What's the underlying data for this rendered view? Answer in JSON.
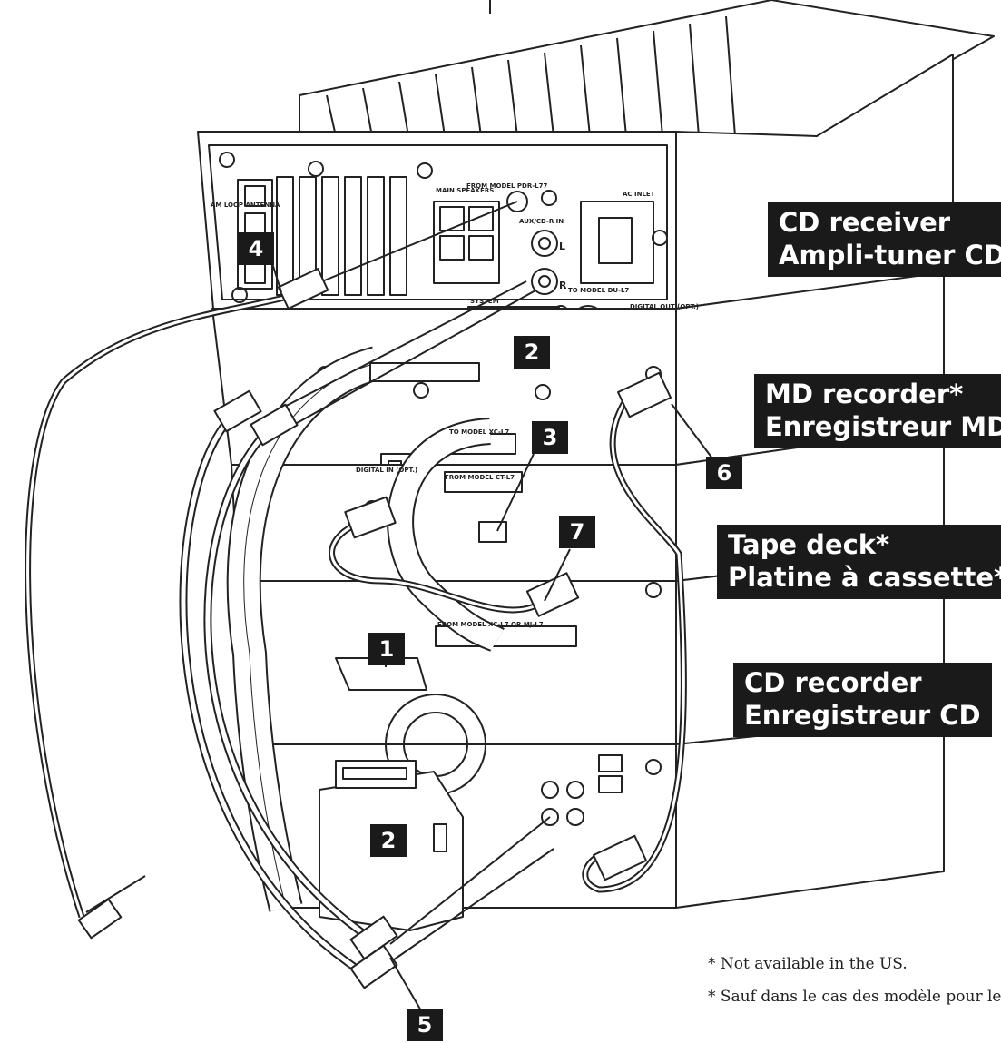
{
  "units": [
    {
      "id": "cd-receiver",
      "line1": "CD receiver",
      "line2": "Ampli-tuner CD"
    },
    {
      "id": "md-recorder",
      "line1": "MD recorder*",
      "line2": "Enregistreur MD*"
    },
    {
      "id": "tape-deck",
      "line1": "Tape deck*",
      "line2": "Platine à cassette*"
    },
    {
      "id": "cd-recorder",
      "line1": "CD recorder",
      "line2": "Enregistreur CD"
    }
  ],
  "callouts": [
    "1",
    "2",
    "3",
    "4",
    "5",
    "6",
    "7",
    "2"
  ],
  "panel_labels": {
    "from_model_pdr": "FROM MODEL PDR-L77",
    "main_speakers": "MAIN SPEAKERS",
    "am_loop": "AM LOOP ANTENNA",
    "aux_cdr_in": "AUX/CD-R IN",
    "ac_inlet": "AC INLET",
    "to_model_du": "TO MODEL DU-L7",
    "digital_out": "DIGITAL OUT (OPT.)",
    "system": "SYSTEM",
    "to_model_xc": "TO MODEL XC-L7",
    "from_model_ct": "FROM MODEL CT-L7",
    "digital_in": "DIGITAL IN (OPT.)",
    "from_model_xc_mj": "FROM MODEL XC-L7 OR MJ-L7",
    "l": "L",
    "r": "R"
  },
  "footnotes": {
    "us": "* Not available in the US.",
    "canada": "* Sauf dans le cas des modèle pour le Can"
  },
  "colors": {
    "label_bg": "#1a1a1a",
    "label_text": "#ffffff",
    "line": "#222222"
  }
}
